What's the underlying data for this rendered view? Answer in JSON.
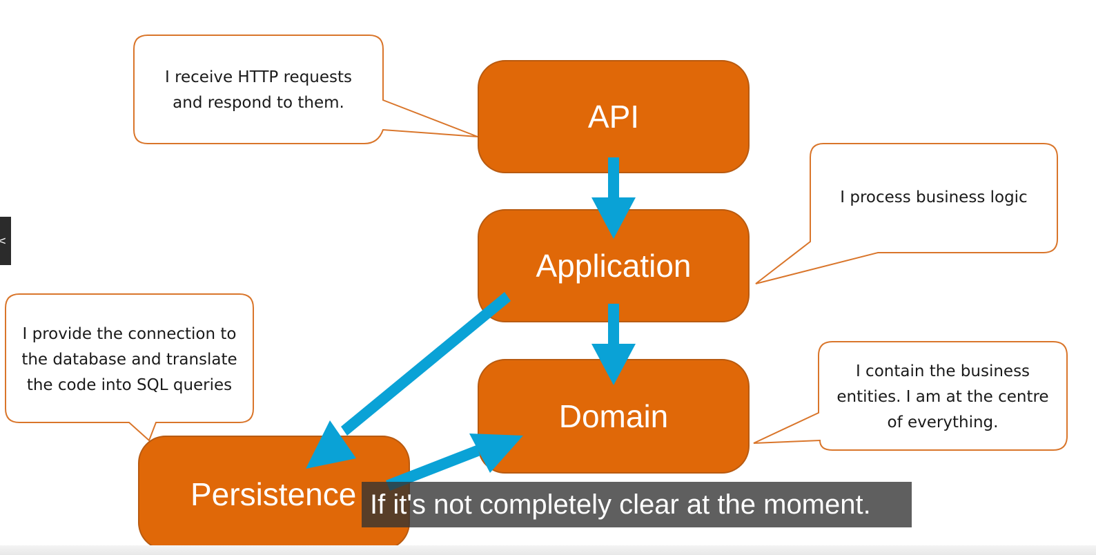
{
  "boxes": {
    "api": "API",
    "application": "Application",
    "domain": "Domain",
    "persistence": "Persistence"
  },
  "callouts": {
    "api": "I receive HTTP requests\nand respond to them.",
    "application": "I process business logic",
    "domain": "I contain the business\nentities.  I am at the centre\nof everything.",
    "persistence": "I provide the connection to\nthe database and translate\nthe code into SQL queries"
  },
  "side_tab": "<",
  "caption": "If it's not completely clear at the moment.",
  "colors": {
    "box_fill": "#e06808",
    "arrow": "#0aa2d6",
    "callout_border": "#d9752a"
  }
}
